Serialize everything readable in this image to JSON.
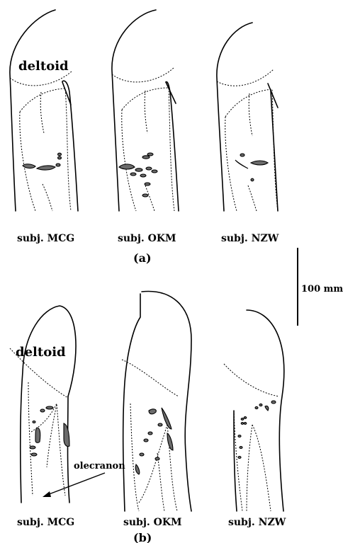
{
  "labels": {
    "deltoid": "deltoid",
    "olecranon": "olecranon",
    "scale": "100 mm",
    "panel_a": "(a)",
    "panel_b": "(b)"
  },
  "row_a": {
    "subjects": [
      "subj. MCG",
      "subj. OKM",
      "subj. NZW"
    ]
  },
  "row_b": {
    "subjects": [
      "subj. MCG",
      "subj. OKM",
      "subj. NZW"
    ]
  },
  "colors": {
    "stroke": "#000000",
    "blob_fill": "#6b6b6b",
    "background": "#ffffff"
  }
}
